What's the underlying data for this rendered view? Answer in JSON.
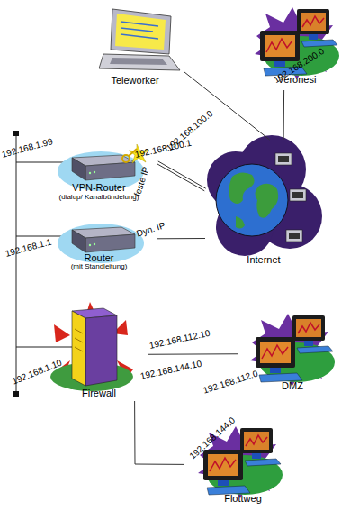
{
  "diagram": {
    "nodes": [
      {
        "text": [
          "Teleworker"
        ]
      },
      {
        "text": [
          "Veronesi"
        ]
      },
      {
        "text": [
          "VPN-Router",
          "(dialup/ Kanalbündelung)"
        ]
      },
      {
        "text": [
          "Router",
          "(mit Standleitung)"
        ]
      },
      {
        "text": [
          "Internet"
        ]
      },
      {
        "text": [
          "Firewall"
        ]
      },
      {
        "text": [
          "DMZ"
        ]
      },
      {
        "text": [
          "Flottweg"
        ]
      }
    ],
    "edges": [
      {
        "from": 0,
        "to": 4,
        "arrow": "none",
        "label": "192.168.100.0"
      },
      {
        "from": 1,
        "to": 4,
        "arrow": "none"
      },
      {
        "from": 2,
        "to": 4,
        "arrow": "none",
        "label": "feste IP"
      },
      {
        "from": 3,
        "to": 4,
        "arrow": "none",
        "label": "Dyn. IP"
      },
      {
        "from": 5,
        "to": 6,
        "arrow": "none",
        "label": "192.168.112.10"
      },
      {
        "from": 5,
        "to": 7,
        "arrow": "none",
        "label": "192.168.144.10"
      }
    ],
    "labels": [
      "192.168.1.99",
      "192.168.100.1",
      "192.168.1.1",
      "192.168.200.0",
      "192.168.1.10",
      "192.168.112.0",
      "192.168.144.0"
    ]
  }
}
